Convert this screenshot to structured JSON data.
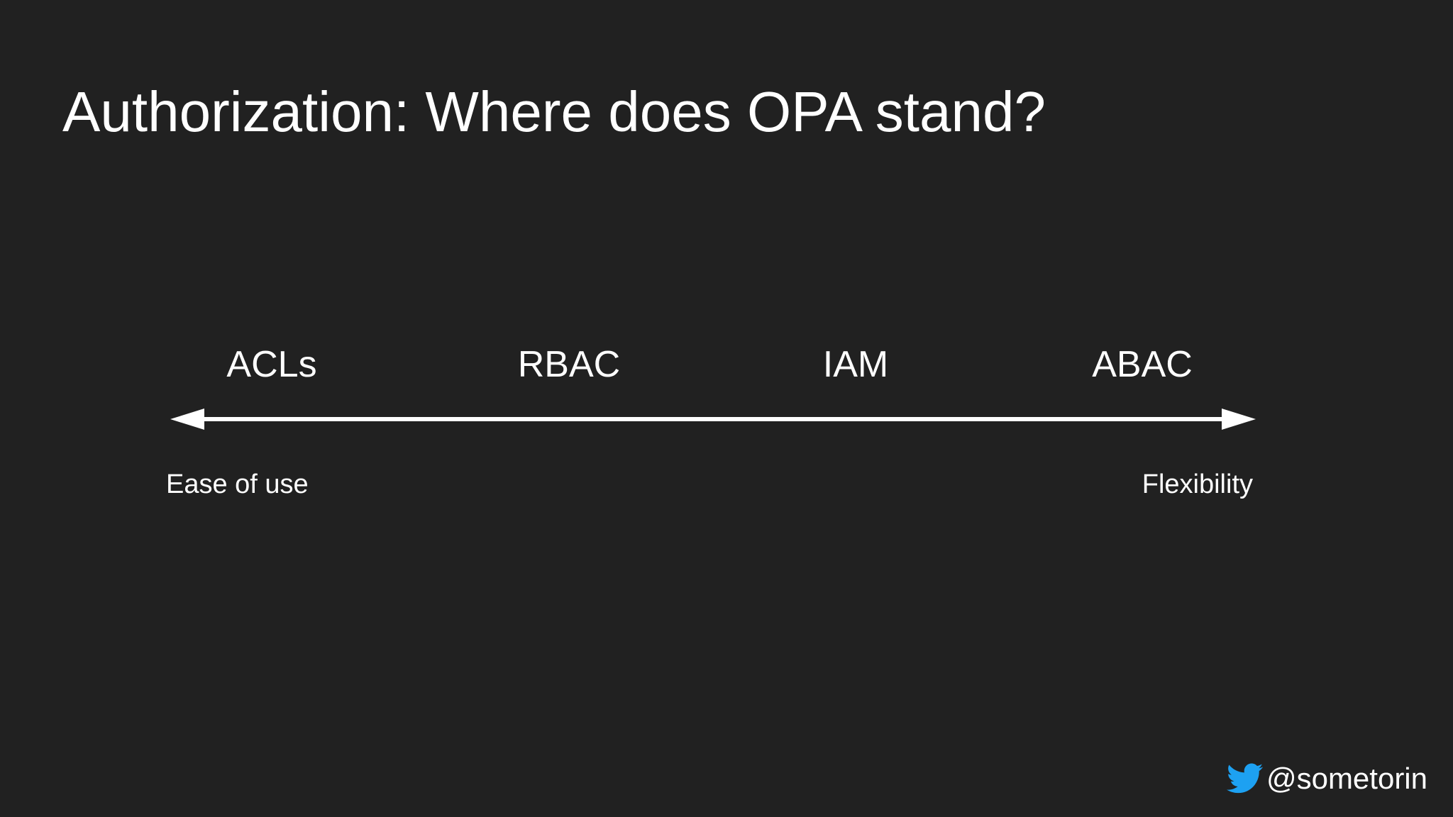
{
  "slide": {
    "title": "Authorization: Where does OPA stand?",
    "spectrum": {
      "items": [
        "ACLs",
        "RBAC",
        "IAM",
        "ABAC"
      ],
      "left_end_label": "Ease of use",
      "right_end_label": "Flexibility"
    },
    "footer": {
      "handle": "@sometorin",
      "icon": "twitter-bird-icon"
    }
  },
  "colors": {
    "background": "#212121",
    "text": "#ffffff",
    "twitter_blue": "#1da1f2"
  }
}
